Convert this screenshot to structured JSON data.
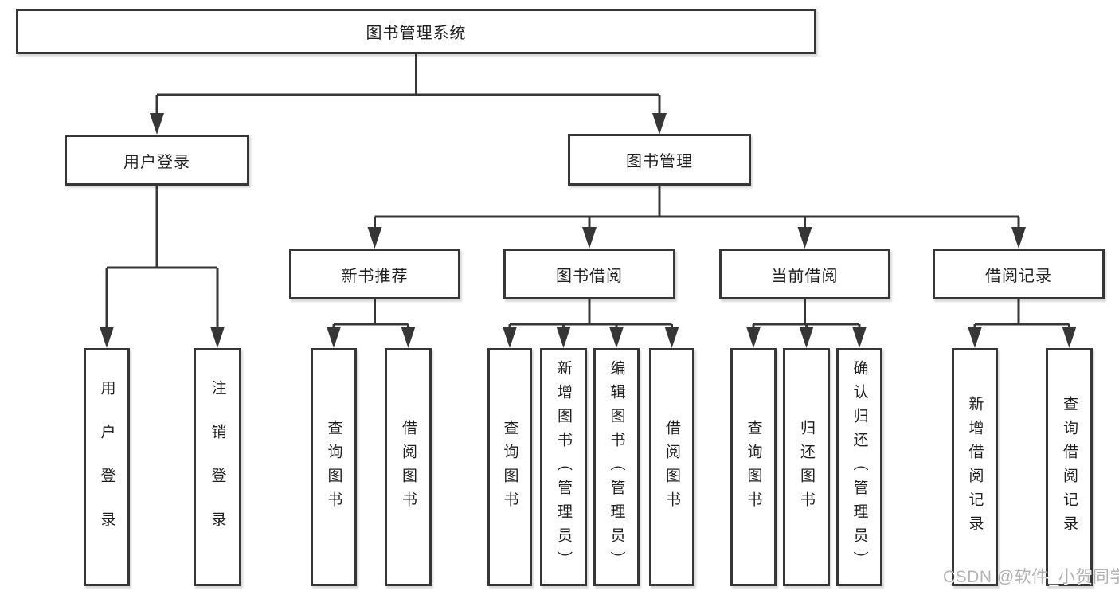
{
  "diagram": {
    "title_node": {
      "label": "图书管理系统"
    },
    "user_login": {
      "label": "用户登录",
      "children": [
        "用户登录",
        "注销登录"
      ]
    },
    "book_mgmt": {
      "label": "图书管理"
    },
    "new_book": {
      "label": "新书推荐",
      "children": [
        "查询图书",
        "借阅图书"
      ]
    },
    "book_borrow": {
      "label": "图书借阅",
      "children": [
        "查询图书",
        "新增图书（管理员）",
        "编辑图书（管理员）",
        "借阅图书"
      ]
    },
    "current_borrow": {
      "label": "当前借阅",
      "children": [
        "查询图书",
        "归还图书",
        "确认归还（管理员）"
      ]
    },
    "borrow_records": {
      "label": "借阅记录",
      "children": [
        "新增借阅记录",
        "查询借阅记录"
      ]
    }
  },
  "watermark": {
    "text": "CSDN @软件_小贺同学"
  },
  "colors": {
    "line": "#363636",
    "text": "#1f1f1f",
    "background": "#ffffff",
    "watermark": "#b2b2b2"
  }
}
